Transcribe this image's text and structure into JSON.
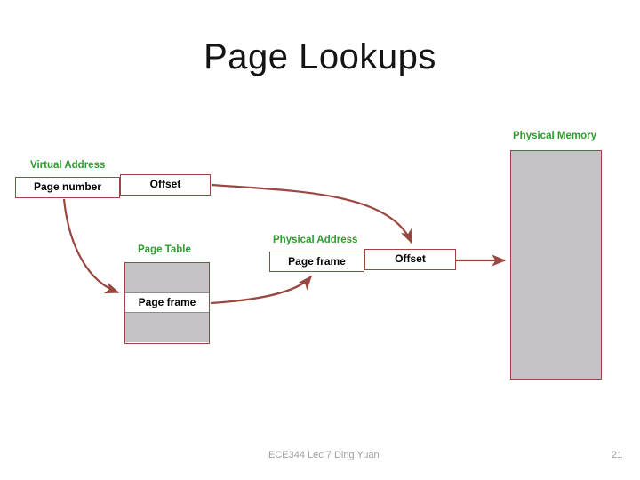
{
  "title": "Page Lookups",
  "labels": {
    "physical_memory": "Physical Memory",
    "virtual_address": "Virtual Address",
    "page_table": "Page Table",
    "physical_address": "Physical Address"
  },
  "virtual_address": {
    "page_number": "Page number",
    "offset": "Offset"
  },
  "page_table": {
    "frame_label": "Page frame"
  },
  "physical_address": {
    "page_frame": "Page frame",
    "offset": "Offset"
  },
  "footer": {
    "left": "ECE344 Lec 7 Ding Yuan",
    "page_number": "21"
  },
  "colors": {
    "label_green": "#2f9b2f",
    "accent_red": "#9a4742",
    "box_fill_gray": "#c5c2c5",
    "footer_gray": "#9e9e9e",
    "title_black": "#141414"
  }
}
